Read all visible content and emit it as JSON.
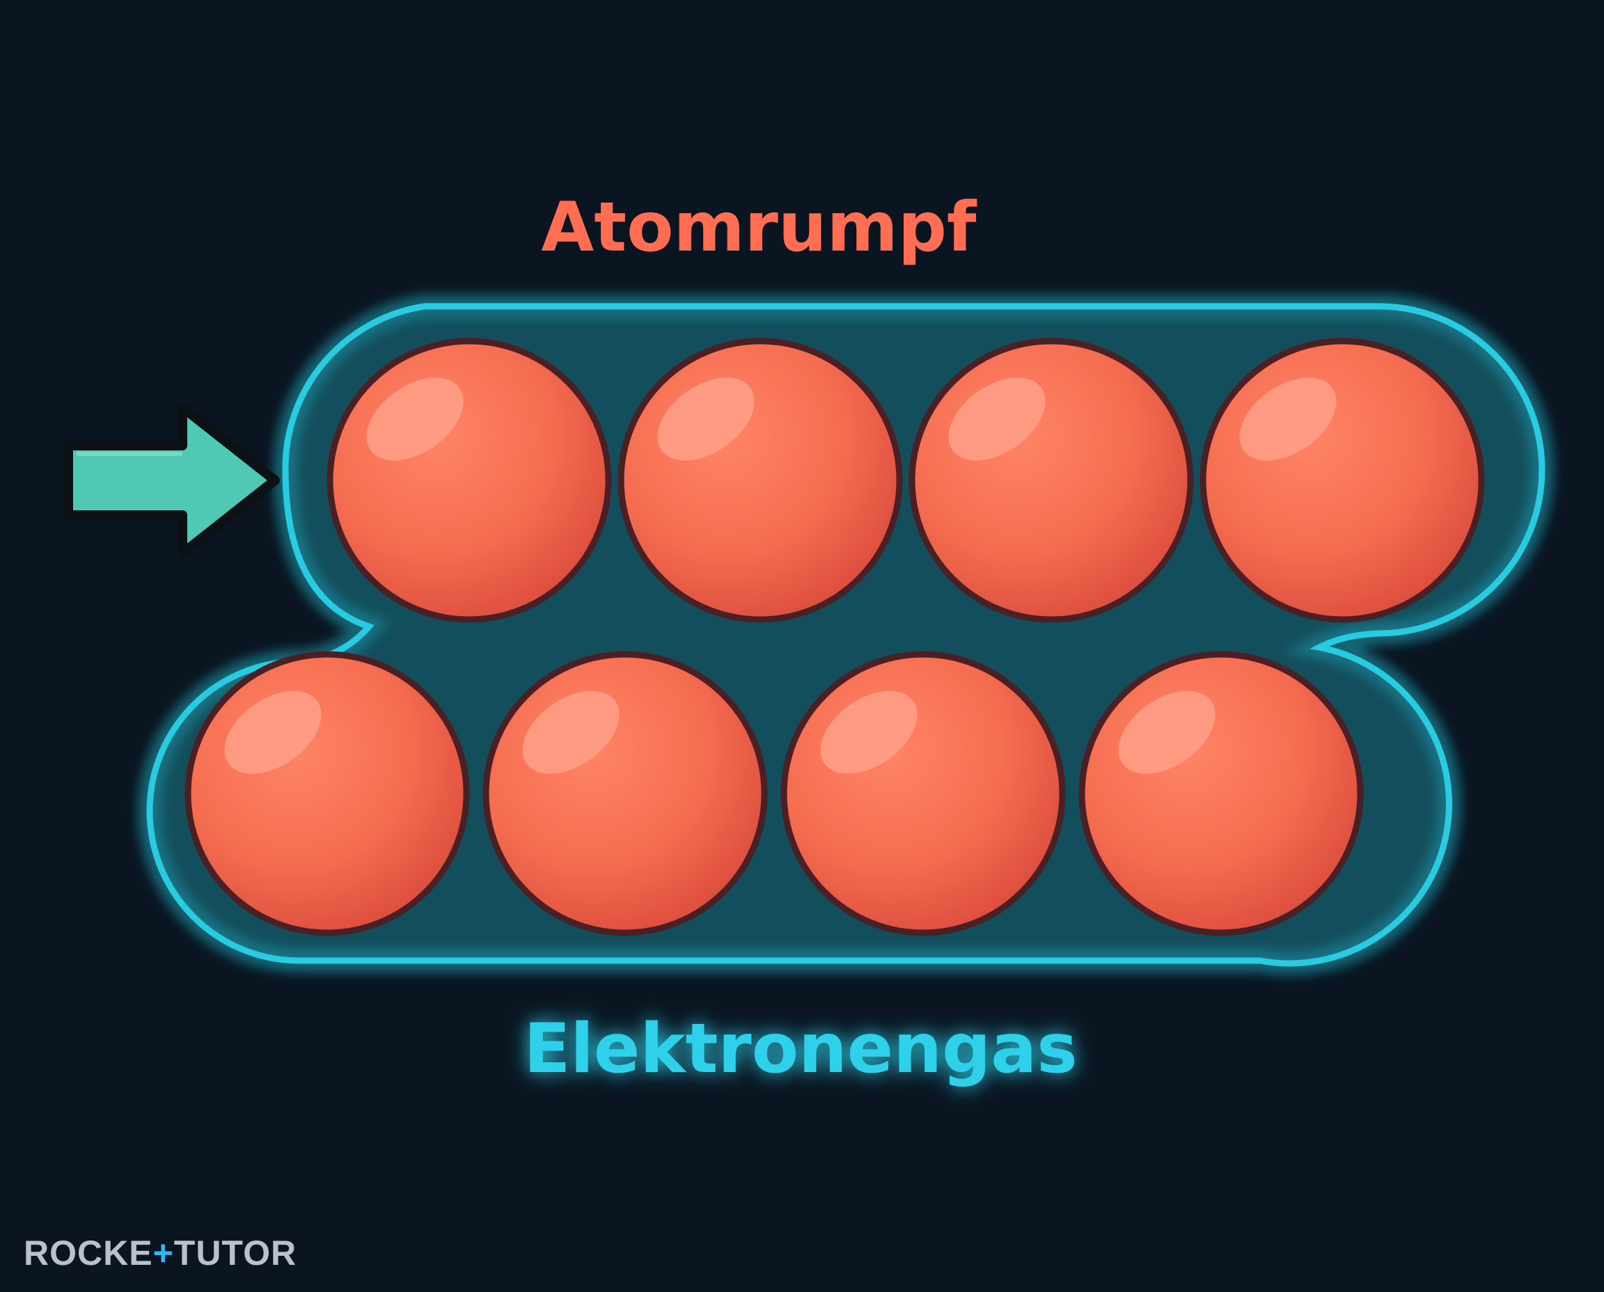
{
  "labels": {
    "atom_core": "Atomrumpf",
    "electron_gas": "Elektronengas"
  },
  "logo": {
    "part1": "ROCKE",
    "plus": "+",
    "part2": "TUTOR"
  },
  "atom_rows": [
    {
      "count": 4
    },
    {
      "count": 4
    }
  ],
  "colors": {
    "background": "#0a1521",
    "atom": "#f26a4f",
    "atom_outline": "#4a2025",
    "electron_gas": "#22c6dc",
    "arrow": "#4fc8b4",
    "atom_label": "#ff6e52",
    "gas_label": "#2ed0ea"
  },
  "icons": {
    "pointer": "arrow-right-icon"
  }
}
